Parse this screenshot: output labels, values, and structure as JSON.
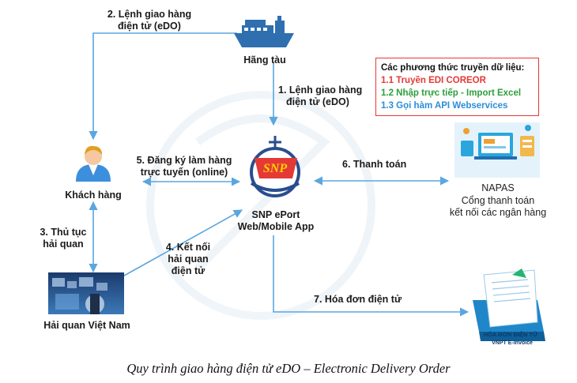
{
  "nodes": {
    "ship": "Hãng tàu",
    "customer": "Khách hàng",
    "customs": "Hải quan Việt Nam",
    "eport_line1": "SNP ePort",
    "eport_line2": "Web/Mobile App",
    "logo_text": "SNP",
    "napas_line1": "NAPAS",
    "napas_line2": "Cổng thanh toán",
    "napas_line3": "kết nối các ngân hàng",
    "invoice_line1": "HÓA ĐƠN ĐIỆN TỬ",
    "invoice_line2": "VNPT E-invoice"
  },
  "edges": {
    "e2_line1": "2. Lệnh giao hàng",
    "e2_line2": "điện tử (eDO)",
    "e1_line1": "1. Lệnh giao hàng",
    "e1_line2": "điện tử (eDO)",
    "e5_line1": "5. Đăng ký làm hàng",
    "e5_line2": "trực tuyến (online)",
    "e6": "6. Thanh toán",
    "e3_line1": "3. Thủ tục",
    "e3_line2": "hải quan",
    "e4_line1": "4. Kết nối",
    "e4_line2": "hải quan",
    "e4_line3": "điện tử",
    "e7": "7. Hóa đơn điện tử"
  },
  "methods": {
    "title": "Các phương thức truyền dữ liệu:",
    "m1": "1.1 Truyền EDI COREOR",
    "m2": "1.2 Nhập trực tiếp - Import Excel",
    "m3": "1.3 Gọi hàm API Webservices"
  },
  "caption": "Quy trình giao hàng điện tử eDO – Electronic Delivery Order",
  "colors": {
    "arrow": "#5aa6e0",
    "ship": "#2f6fb0",
    "person_shirt": "#3c8fdc",
    "box_border": "#e53935",
    "method1": "#e53935",
    "method2": "#2e9e3e",
    "method3": "#2b8ed8"
  }
}
